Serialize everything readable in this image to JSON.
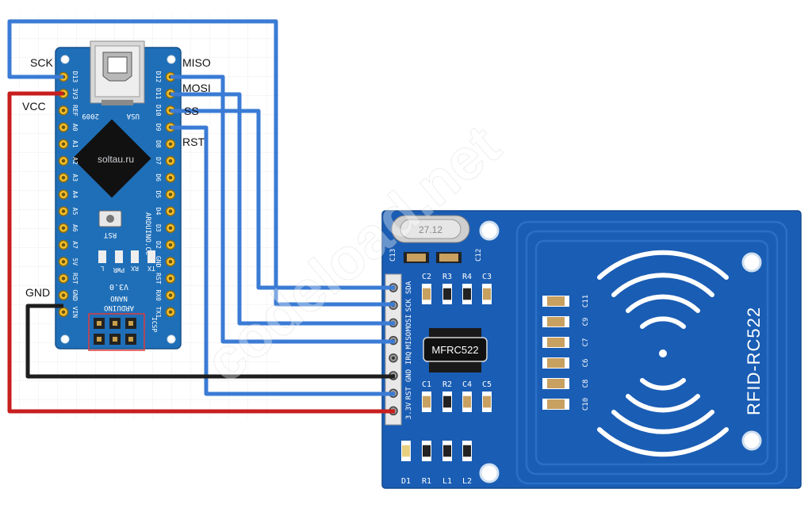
{
  "wire_labels": {
    "sck": "SCK",
    "vcc": "VCC",
    "gnd": "GND",
    "miso": "MISO",
    "mosi": "MOSI",
    "ss": "SS",
    "rst": "RST"
  },
  "arduino": {
    "brand": "soltau.ru",
    "model_line1": "ARDUINO",
    "model_line2": "NANO",
    "version": "V3.0",
    "usa": "USA",
    "year": "2009",
    "rst_label": "RST",
    "site": "ARDUINO.CC",
    "icsp": "ICSP",
    "leds": [
      "L",
      "PWR",
      "RX",
      "TX"
    ],
    "left_pins": [
      "D13",
      "3V3",
      "REF",
      "A0",
      "A1",
      "A2",
      "A3",
      "A4",
      "A5",
      "A6",
      "A7",
      "5V",
      "RST",
      "GND",
      "VIN"
    ],
    "right_pins": [
      "D12",
      "D11",
      "D10",
      "D9",
      "D8",
      "D7",
      "D6",
      "D5",
      "D4",
      "D3",
      "D2",
      "GND",
      "RST",
      "RX0",
      "TX1"
    ]
  },
  "rfid": {
    "chip": "MFRC522",
    "board_name": "RFID-RC522",
    "crystal": "27.12",
    "header_pins": [
      "SDA",
      "SCK",
      "MOSI",
      "MISO",
      "IRQ",
      "GND",
      "RST",
      "3.3V"
    ],
    "top_parts": [
      "C2",
      "R3",
      "R4",
      "C3"
    ],
    "mid_parts": [
      "C1",
      "R2",
      "C4",
      "C5"
    ],
    "bottom_parts": [
      "D1",
      "R1",
      "L1",
      "L2"
    ],
    "right_caps": [
      "C11",
      "C9",
      "C7",
      "C6",
      "C8",
      "C10"
    ],
    "crystal_caps": [
      "C13",
      "C12"
    ]
  },
  "watermark": "codeload.net",
  "colors": {
    "signal_wire": "#3a7bd5",
    "power_wire": "#c81e1e",
    "ground_wire": "#1e1e1e",
    "arduino_pcb": "#1f6fb8",
    "rfid_pcb": "#1a5db4"
  }
}
